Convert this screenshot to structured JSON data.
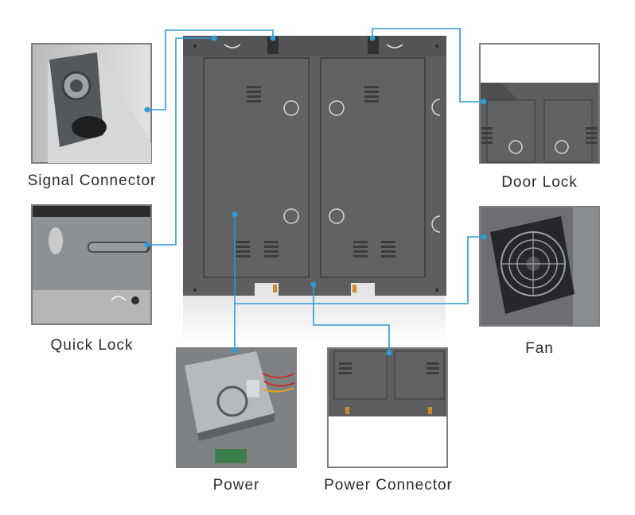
{
  "diagram": {
    "labels": {
      "signal_connector": "Signal Connector",
      "quick_lock": "Quick Lock",
      "door_lock": "Door Lock",
      "fan": "Fan",
      "power": "Power",
      "power_connector": "Power Connector"
    },
    "colors": {
      "leader_line": "#2f9bd6",
      "cabinet": "#5c5e60",
      "panel_border": "#3a3b3d",
      "frame_border": "#7d7f81"
    }
  }
}
